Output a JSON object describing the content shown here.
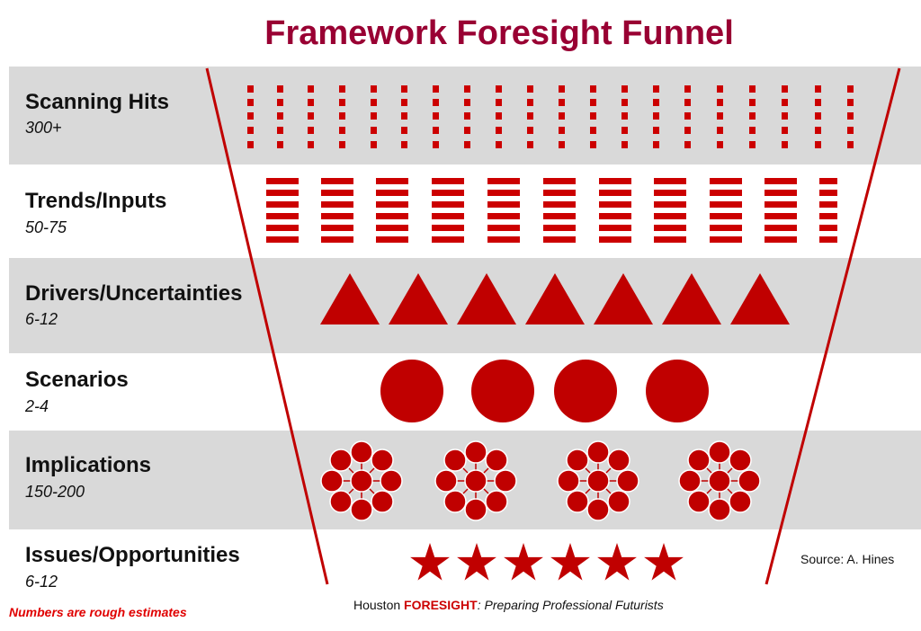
{
  "title": "Framework Foresight Funnel",
  "stages": [
    {
      "label": "Scanning Hits",
      "count": "300+",
      "shape": "dotted-column"
    },
    {
      "label": "Trends/Inputs",
      "count": "50-75",
      "shape": "bar-stack"
    },
    {
      "label": "Drivers/Uncertainties",
      "count": "6-12",
      "shape": "triangle"
    },
    {
      "label": "Scenarios",
      "count": "2-4",
      "shape": "circle"
    },
    {
      "label": "Implications",
      "count": "150-200",
      "shape": "circle-cluster"
    },
    {
      "label": "Issues/Opportunities",
      "count": "6-12",
      "shape": "star"
    }
  ],
  "note": "Numbers are rough estimates",
  "footer": {
    "prefix": "Houston ",
    "brand": "FORESIGHT",
    "tagline": ": Preparing Professional Futurists"
  },
  "source": "Source: A. Hines",
  "colors": {
    "title": "#990033",
    "shape": "#cc0000",
    "band": "#d9d9d9",
    "funnel": "#c00000"
  }
}
